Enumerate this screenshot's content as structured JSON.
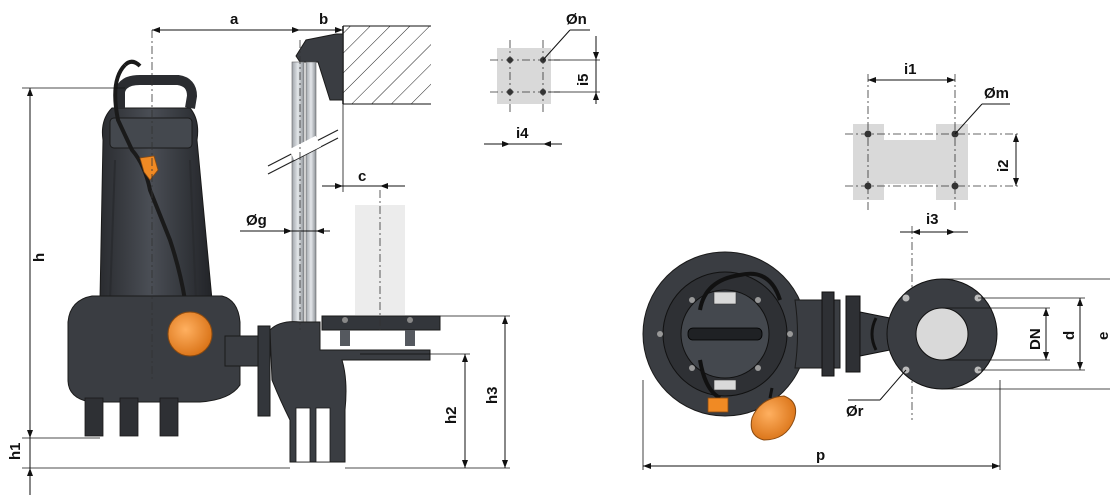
{
  "labels": {
    "a": "a",
    "b": "b",
    "c": "c",
    "h": "h",
    "h1": "h1",
    "h2": "h2",
    "h3": "h3",
    "g": "Øg",
    "n": "Øn",
    "i4": "i4",
    "i5": "i5",
    "i1": "i1",
    "m": "Øm",
    "i2": "i2",
    "i3": "i3",
    "DN": "DN",
    "d": "d",
    "e": "e",
    "r": "Ør",
    "p": "p"
  },
  "colors": {
    "pump_body": "#3a3d42",
    "pump_dark": "#24262a",
    "pump_light": "#5a5e65",
    "accent_orange": "#f08a24",
    "template_gray": "#d9d9d9",
    "pipe_gray": "#bfc3c8",
    "line": "#111111"
  },
  "icons": {
    "float_switch": "orange-float-switch-icon",
    "hatched_wall": "wall-hatch-icon"
  }
}
